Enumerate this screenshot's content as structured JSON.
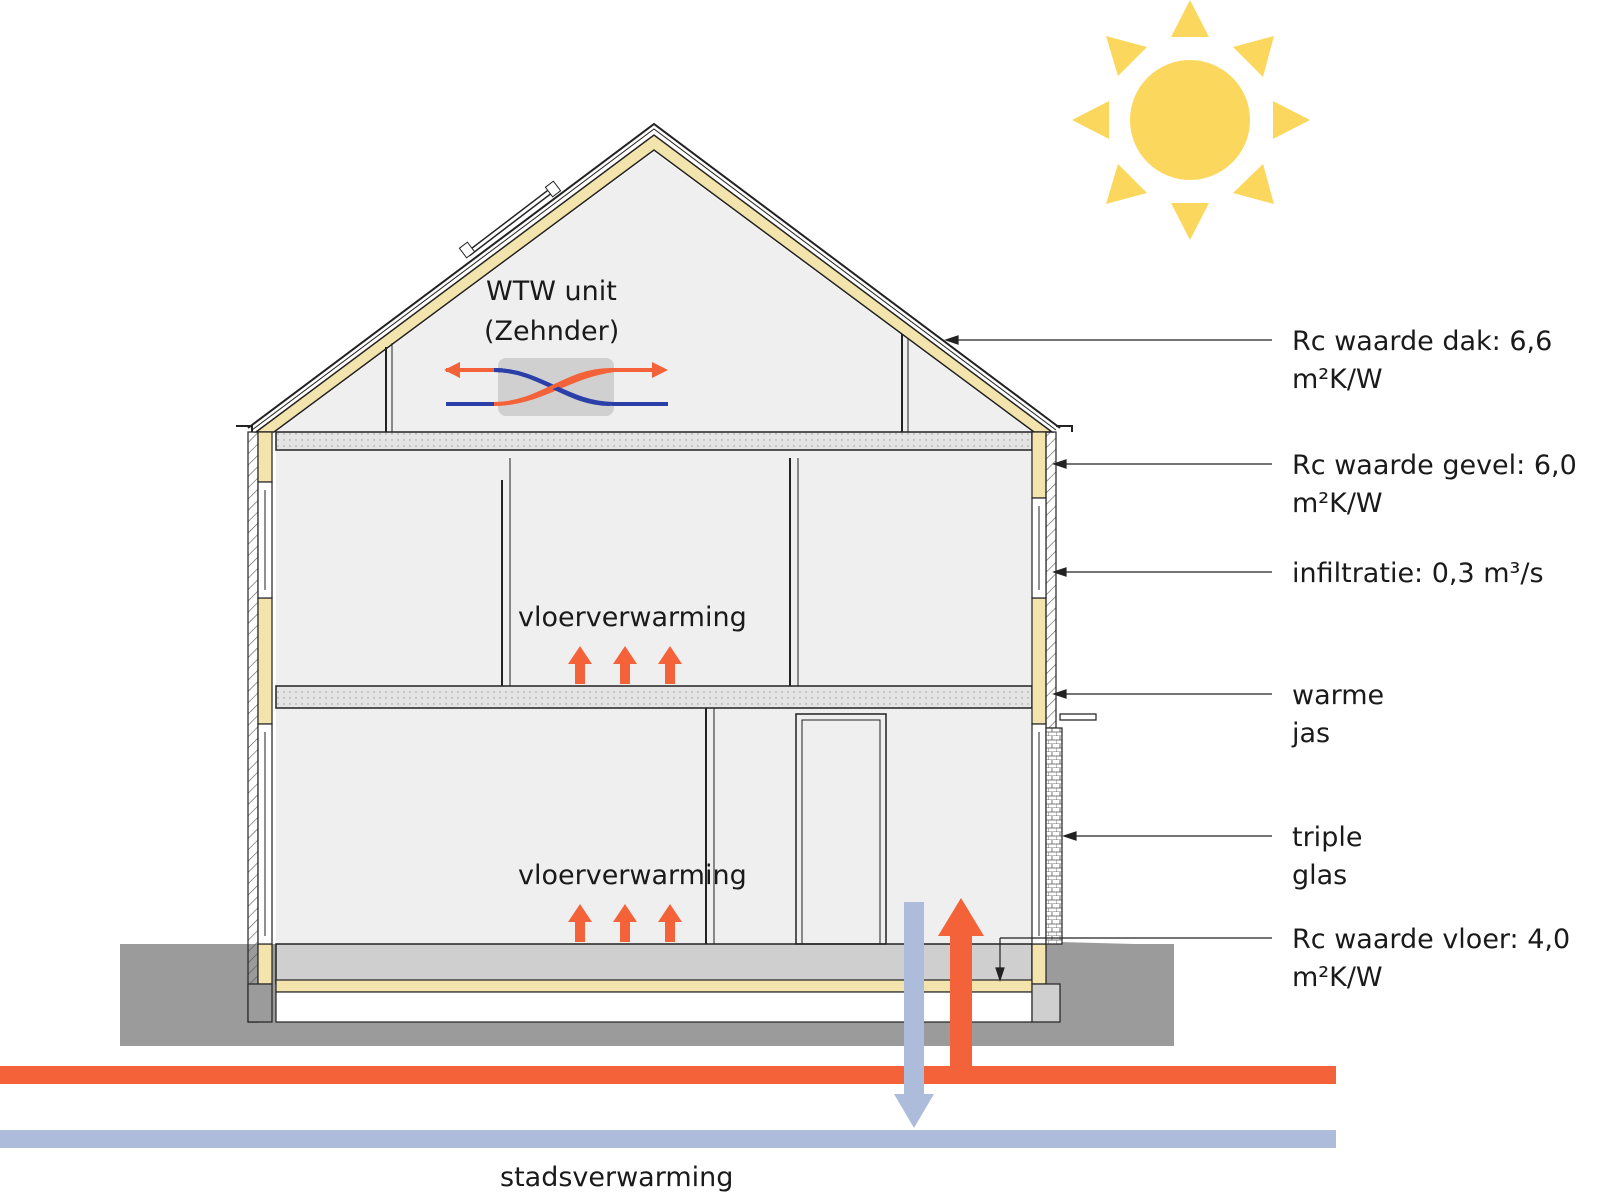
{
  "ventilation": {
    "title_line1": "WTW unit",
    "title_line2": "(Zehnder)"
  },
  "floor_heating": {
    "upper": "vloerverwarming",
    "lower": "vloerverwarming"
  },
  "district_heating": {
    "label": "stadsverwarming"
  },
  "annotations": {
    "roof": {
      "line1": "Rc waarde dak: 6,6",
      "line2": "m²K/W"
    },
    "facade": {
      "line1": "Rc waarde gevel: 6,0",
      "line2": "m²K/W"
    },
    "infiltration": {
      "line1": "infiltratie: 0,3 m³/s"
    },
    "insulation": {
      "line1": "warme",
      "line2": "jas"
    },
    "glazing": {
      "line1": "triple",
      "line2": "glas"
    },
    "floor": {
      "line1": "Rc waarde vloer: 4,0",
      "line2": "m²K/W"
    }
  },
  "colors": {
    "insulation": "#f3e4ad",
    "interior": "#efefef",
    "ground": "#9b9b9b",
    "hot": "#f4623a",
    "cold": "#aebcdc",
    "sun": "#fbd85d",
    "wtw_blue": "#2a3fa8"
  }
}
